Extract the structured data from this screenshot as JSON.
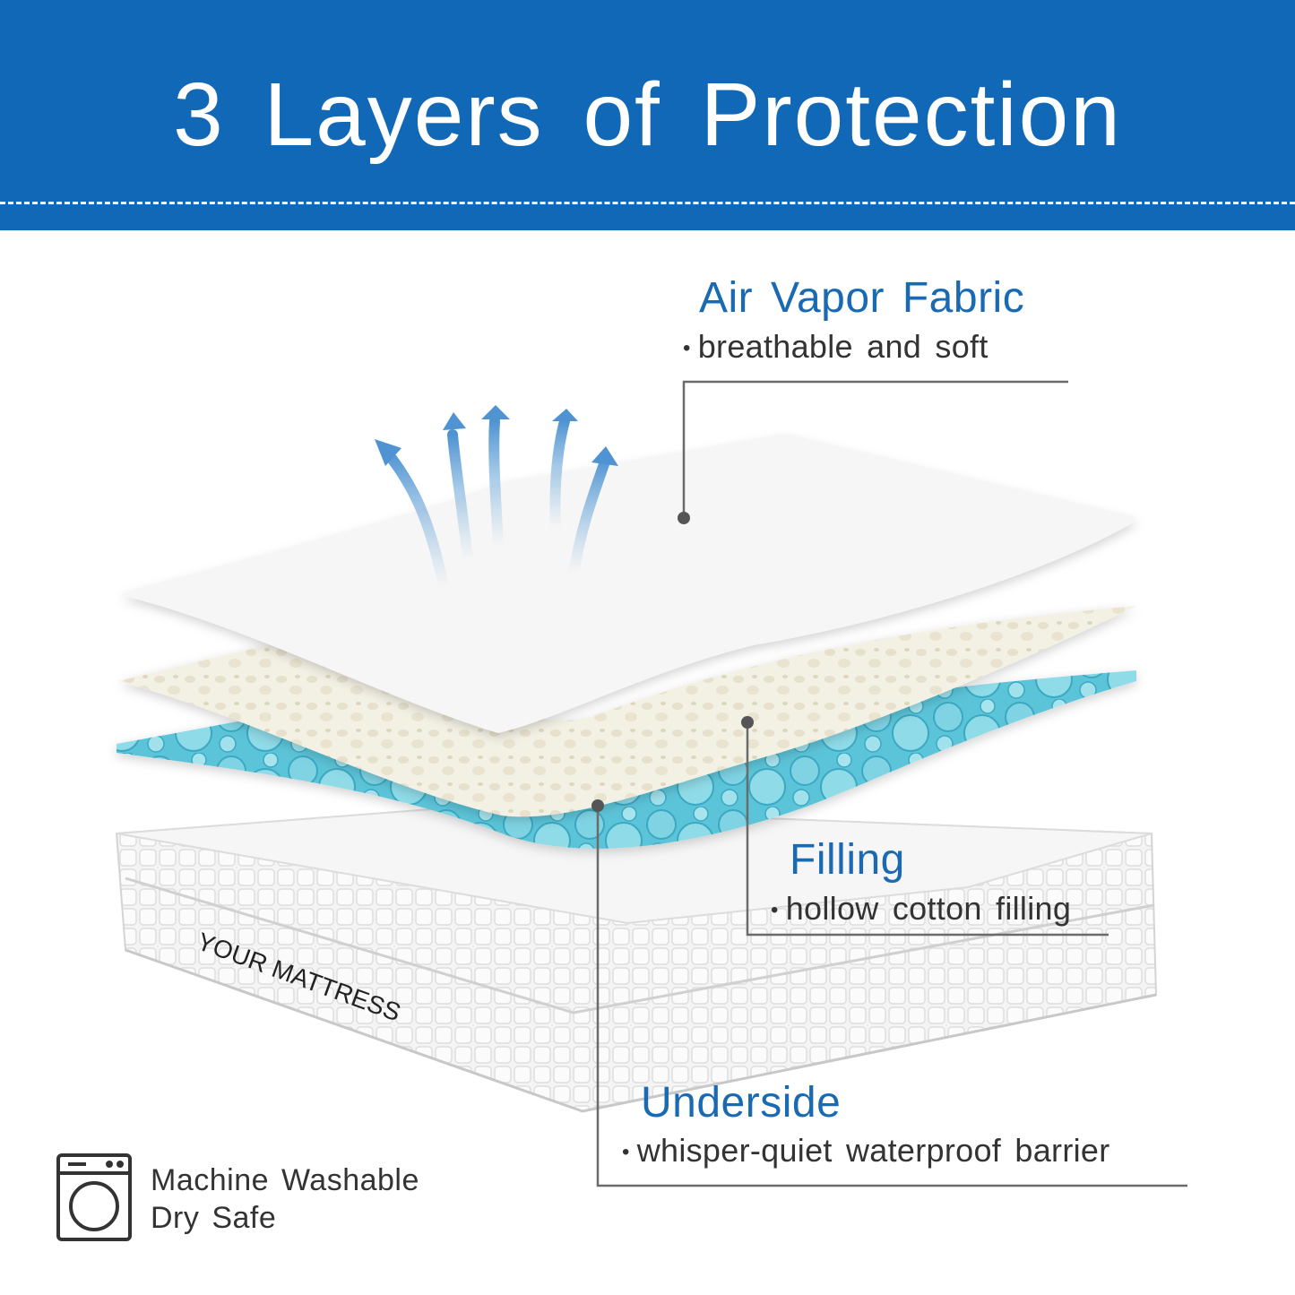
{
  "header": {
    "title": "3 Layers of Protection"
  },
  "layers": [
    {
      "title": "Air Vapor Fabric",
      "subtitle": "breathable and soft"
    },
    {
      "title": "Filling",
      "subtitle": "hollow cotton filling"
    },
    {
      "title": "Underside",
      "subtitle": "whisper-quiet waterproof barrier"
    }
  ],
  "mattress_label": "YOUR MATTRESS",
  "care": {
    "icon": "washing-machine-icon",
    "line1": "Machine Washable",
    "line2": "Dry Safe"
  },
  "colors": {
    "header_bg": "#1068b6",
    "title_blue": "#1a6ab3",
    "water_blue": "#5bc4d8"
  }
}
